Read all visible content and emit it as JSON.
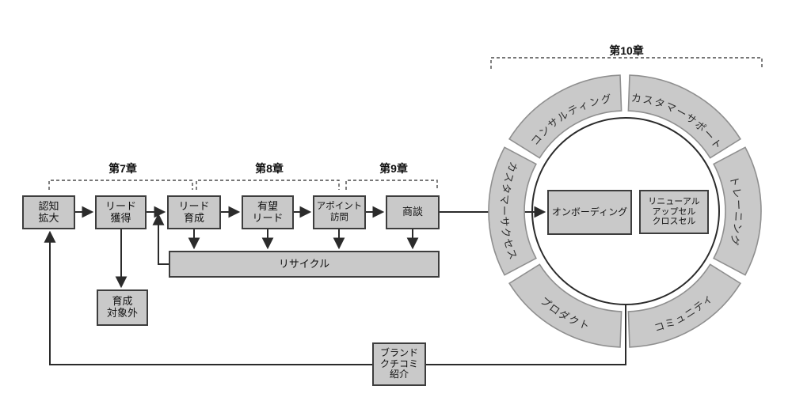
{
  "chapters": [
    {
      "id": "ch7",
      "label": "第7章"
    },
    {
      "id": "ch8",
      "label": "第8章"
    },
    {
      "id": "ch9",
      "label": "第9章"
    },
    {
      "id": "ch10",
      "label": "第10章"
    }
  ],
  "funnel": {
    "awareness": "認知\n拡大",
    "lead_acquisition": "リード\n獲得",
    "lead_nurturing": "リード\n育成",
    "qualified_lead": "有望\nリード",
    "appointment_visit": "アポイント\n訪問",
    "negotiation": "商談",
    "recycle": "リサイクル",
    "out_of_nurturing": "育成\n対象外",
    "brand_wom_referral": "ブランド\nクチコミ\n紹介"
  },
  "ring": {
    "segments": [
      {
        "id": "consulting",
        "label": "コンサルティング"
      },
      {
        "id": "customer-support",
        "label": "カスタマーサポート"
      },
      {
        "id": "training",
        "label": "トレーニング"
      },
      {
        "id": "community",
        "label": "コミュニティ"
      },
      {
        "id": "product",
        "label": "プロダクト"
      },
      {
        "id": "customer-success",
        "label": "カスタマーサクセス"
      }
    ],
    "center_boxes": {
      "onboarding": "オンボーディング",
      "renewal_upsell_crosssell": "リニューアル\nアップセル\nクロスセル"
    }
  },
  "colors": {
    "background": "#ffffff",
    "box_fill": "#c9c9c9",
    "box_border": "#3d3d3d",
    "segment_fill": "#c9c9c9",
    "segment_border": "#8f8f8f",
    "connector_line": "#2b2b2b",
    "dashed_bracket": "#4a4a4a"
  }
}
